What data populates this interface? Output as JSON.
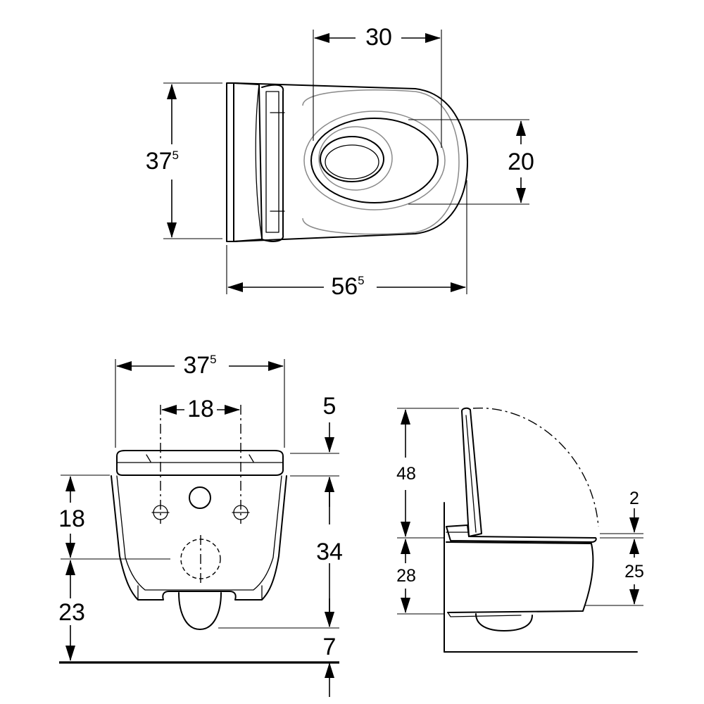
{
  "top_view": {
    "width": {
      "main": "56",
      "sup": "5"
    },
    "depth": {
      "main": "37",
      "sup": "5"
    },
    "bowl_width": "30",
    "bowl_depth": "20"
  },
  "front_view": {
    "width": {
      "main": "37",
      "sup": "5"
    },
    "fix_spacing": "18",
    "seat_thickness": "5",
    "fix_height": "18",
    "height_to_floor": "23",
    "body_height": "34",
    "floor_gap": "7"
  },
  "side_view": {
    "lid_height": "48",
    "seat_height": "28",
    "seat_offset": "2",
    "rim_height": "25"
  }
}
